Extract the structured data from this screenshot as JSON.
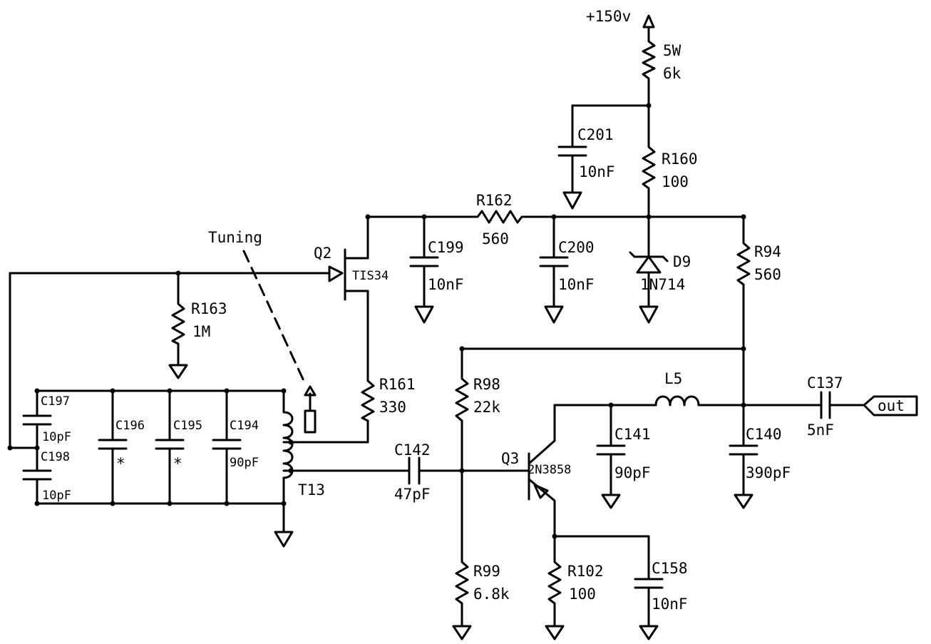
{
  "supply": {
    "label": "+150v"
  },
  "resistors": {
    "r_5w": {
      "rating": "5W",
      "value": "6k"
    },
    "r160": {
      "ref": "R160",
      "value": "100"
    },
    "r162": {
      "ref": "R162",
      "value": "560"
    },
    "r94": {
      "ref": "R94",
      "value": "560"
    },
    "r163": {
      "ref": "R163",
      "value": "1M"
    },
    "r161": {
      "ref": "R161",
      "value": "330"
    },
    "r98": {
      "ref": "R98",
      "value": "22k"
    },
    "r99": {
      "ref": "R99",
      "value": "6.8k"
    },
    "r102": {
      "ref": "R102",
      "value": "100"
    }
  },
  "capacitors": {
    "c201": {
      "ref": "C201",
      "value": "10nF"
    },
    "c199": {
      "ref": "C199",
      "value": "10nF"
    },
    "c200": {
      "ref": "C200",
      "value": "10nF"
    },
    "c197": {
      "ref": "C197",
      "value": "10pF"
    },
    "c198": {
      "ref": "C198",
      "value": "10pF"
    },
    "c196": {
      "ref": "C196",
      "value": "*"
    },
    "c195": {
      "ref": "C195",
      "value": "*"
    },
    "c194": {
      "ref": "C194",
      "value": "90pF"
    },
    "c142": {
      "ref": "C142",
      "value": "47pF"
    },
    "c141": {
      "ref": "C141",
      "value": "90pF"
    },
    "c140": {
      "ref": "C140",
      "value": "390pF"
    },
    "c137": {
      "ref": "C137",
      "value": "5nF"
    },
    "c158": {
      "ref": "C158",
      "value": "10nF"
    }
  },
  "semiconductors": {
    "d9": {
      "ref": "D9",
      "part": "1N714"
    },
    "q2": {
      "ref": "Q2",
      "part": "TIS34"
    },
    "q3": {
      "ref": "Q3",
      "part": "2N3858"
    }
  },
  "inductors": {
    "l5": {
      "ref": "L5"
    },
    "t13": {
      "ref": "T13"
    }
  },
  "annotations": {
    "tuning": "Tuning"
  },
  "output": {
    "label": "out"
  }
}
